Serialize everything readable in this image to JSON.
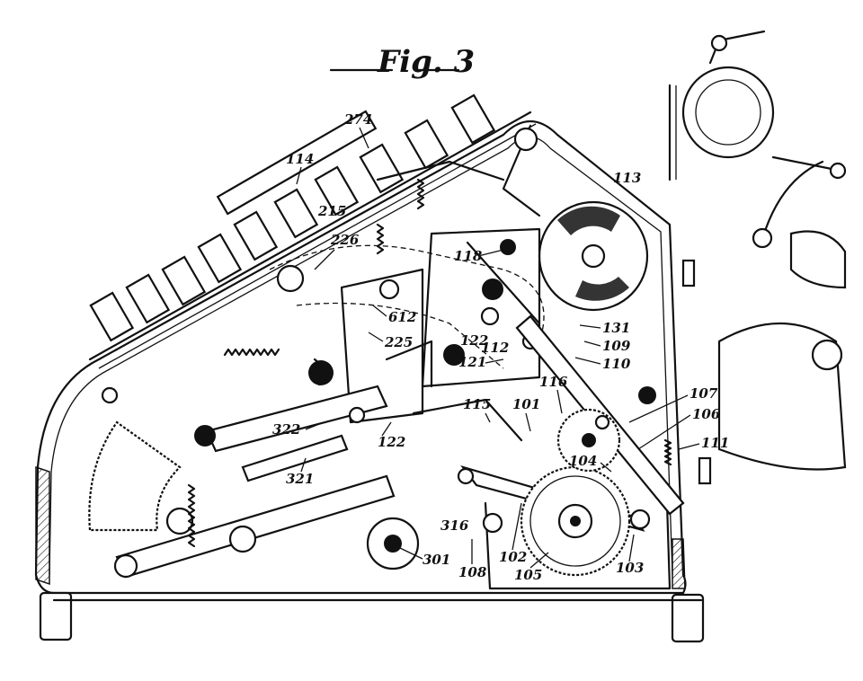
{
  "figure": {
    "title": "Fig. 3"
  },
  "labels": [
    {
      "id": "r113",
      "text": "113"
    },
    {
      "id": "r274",
      "text": "274"
    },
    {
      "id": "r114",
      "text": "114"
    },
    {
      "id": "r215",
      "text": "215"
    },
    {
      "id": "r226",
      "text": "226"
    },
    {
      "id": "r118",
      "text": "118"
    },
    {
      "id": "r612",
      "text": "612"
    },
    {
      "id": "r225",
      "text": "225"
    },
    {
      "id": "r122a",
      "text": "122"
    },
    {
      "id": "r112",
      "text": "112"
    },
    {
      "id": "r121",
      "text": "121"
    },
    {
      "id": "r131",
      "text": "131"
    },
    {
      "id": "r109",
      "text": "109"
    },
    {
      "id": "r110",
      "text": "110"
    },
    {
      "id": "r116",
      "text": "116"
    },
    {
      "id": "r115",
      "text": "115"
    },
    {
      "id": "r101",
      "text": "101"
    },
    {
      "id": "r107",
      "text": "107"
    },
    {
      "id": "r106",
      "text": "106"
    },
    {
      "id": "r111",
      "text": "111"
    },
    {
      "id": "r322",
      "text": "322"
    },
    {
      "id": "r122b",
      "text": "122"
    },
    {
      "id": "r104",
      "text": "104"
    },
    {
      "id": "r321",
      "text": "321"
    },
    {
      "id": "r316",
      "text": "316"
    },
    {
      "id": "r301",
      "text": "301"
    },
    {
      "id": "r108",
      "text": "108"
    },
    {
      "id": "r102",
      "text": "102"
    },
    {
      "id": "r105",
      "text": "105"
    },
    {
      "id": "r103",
      "text": "103"
    }
  ]
}
